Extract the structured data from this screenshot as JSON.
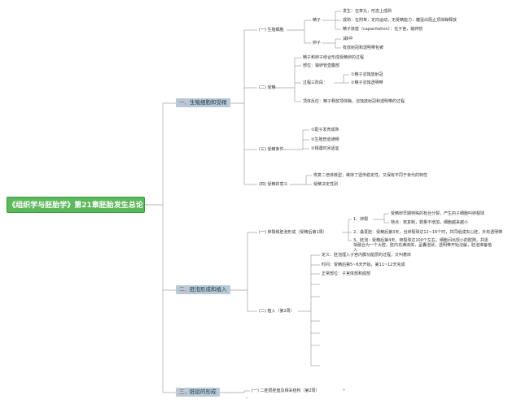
{
  "root": "《组织学与胚胎学》第21章胚胎发生总论",
  "chapters": [
    {
      "num": "一、",
      "label": "生殖细胞和受精"
    },
    {
      "num": "二、",
      "label": "胚泡形成和植入"
    },
    {
      "num": "三、",
      "label": "胚层的形成"
    }
  ],
  "c1": {
    "s1": "(一) 生殖细胞",
    "sperm": "精子",
    "sperm_items": [
      "发生：在睾丸，形态上成熟",
      "成熟：在附睾，定向运动，无受精能力：糖蛋白阻止顶体酶释放",
      "精子获能（capacitation）：在子宫，输卵管"
    ],
    "egg": "卵子",
    "egg_items": [
      "减Ⅱ中",
      "有放射冠和透明带包被"
    ],
    "s2": "(二) 受精",
    "fert_def": "精子和卵子结合形成受精卵的过程",
    "fert_site": "部位：输卵管壶腹部",
    "fert_process": "过程三阶段：",
    "fert_stages": [
      "①精子溶蚀放射冠",
      "②精子溶蚀透明带"
    ],
    "fert_acro": "顶体反应：精子释放顶体酶，溶蚀放射冠和透明带的过程",
    "s3": "(三) 受精条件",
    "cond_items": [
      "①配子发育成熟",
      "②生殖管道通畅",
      "③相遇时间适宜"
    ],
    "s4": "(四) 受精的意义",
    "sig_items": [
      "恢复二倍体核型，维持了遗传稳定性，又保有不同于亲代的特性",
      "受精决定性别"
    ]
  },
  "c2": {
    "s1": "(一) 卵裂和胚泡形成（受精后第1周）",
    "cleave": "1、卵裂",
    "cleave_items": [
      "受精卵早期特殊的有丝分裂，产生的子细胞叫卵裂球",
      "特点：核复制，数量不增加，细胞越来越小"
    ],
    "morula": "2、桑葚胚：受精后第3天，当卵裂球达12~16个时，共同组成实心胚，外有透明带",
    "blast": "3、胚泡：受精后第4天，卵裂球达100个左右，细胞间出现小的腔隙，并逐渐融合为一个大腔，胚内充满液体，呈囊泡状，透明带开始溶解，胚泡准备植入",
    "s2": "(二) 植入（第2周）",
    "imp_items": [
      "定义：胚泡埋入子宫内膜功能层的过程，又叫着床",
      "时间：受精后第5~6天开始，第11~12天完成",
      "正常部位：子宫体部和底部"
    ]
  },
  "c3": {
    "s1": "(一) 二胚层胚盘及相关结构（第2周）"
  }
}
